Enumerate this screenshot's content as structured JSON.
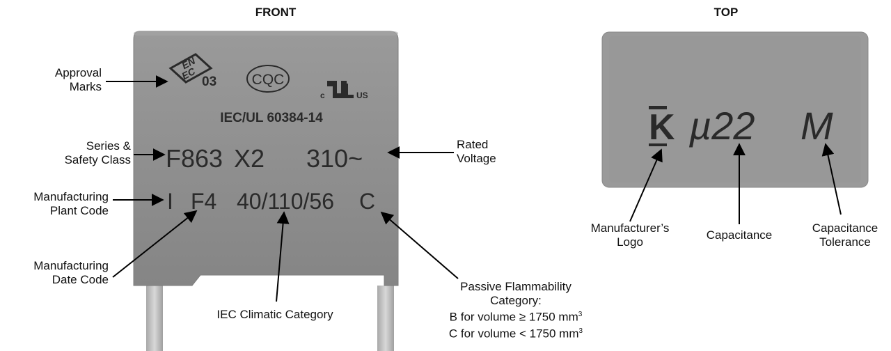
{
  "headings": {
    "front": "FRONT",
    "top": "TOP"
  },
  "front": {
    "marks": {
      "enec_number": "03",
      "cqc": "CQC",
      "ul_c": "c",
      "ul_us": "US",
      "standard": "IEC/UL 60384-14"
    },
    "line1": {
      "series": "F863",
      "safety_class": "X2",
      "voltage": "310~"
    },
    "line2": {
      "plant": "I",
      "date_code": "F4",
      "climatic": "40/110/56",
      "flammability": "C"
    }
  },
  "top": {
    "logo": "K",
    "capacitance": "µ22",
    "tolerance": "M"
  },
  "labels": {
    "approval": [
      "Approval",
      "Marks"
    ],
    "series": [
      "Series &",
      "Safety Class"
    ],
    "plant": [
      "Manufacturing",
      "Plant Code"
    ],
    "date": [
      "Manufacturing",
      "Date Code"
    ],
    "climatic": "IEC Climatic Category",
    "rated": [
      "Rated",
      "Voltage"
    ],
    "flammability": [
      "Passive Flammability",
      "Category:",
      "B for volume ≥ 1750 mm",
      "C for volume < 1750 mm"
    ],
    "flammability_sup": "3",
    "logo": [
      "Manufacturer’s",
      "Logo"
    ],
    "capacitance": "Capacitance",
    "tolerance": [
      "Capacitance",
      "Tolerance"
    ]
  },
  "colors": {
    "body": "#8c8c8c",
    "body_top": "#999999",
    "print": "#2a2a2a",
    "lead": "#b8b8b8"
  }
}
